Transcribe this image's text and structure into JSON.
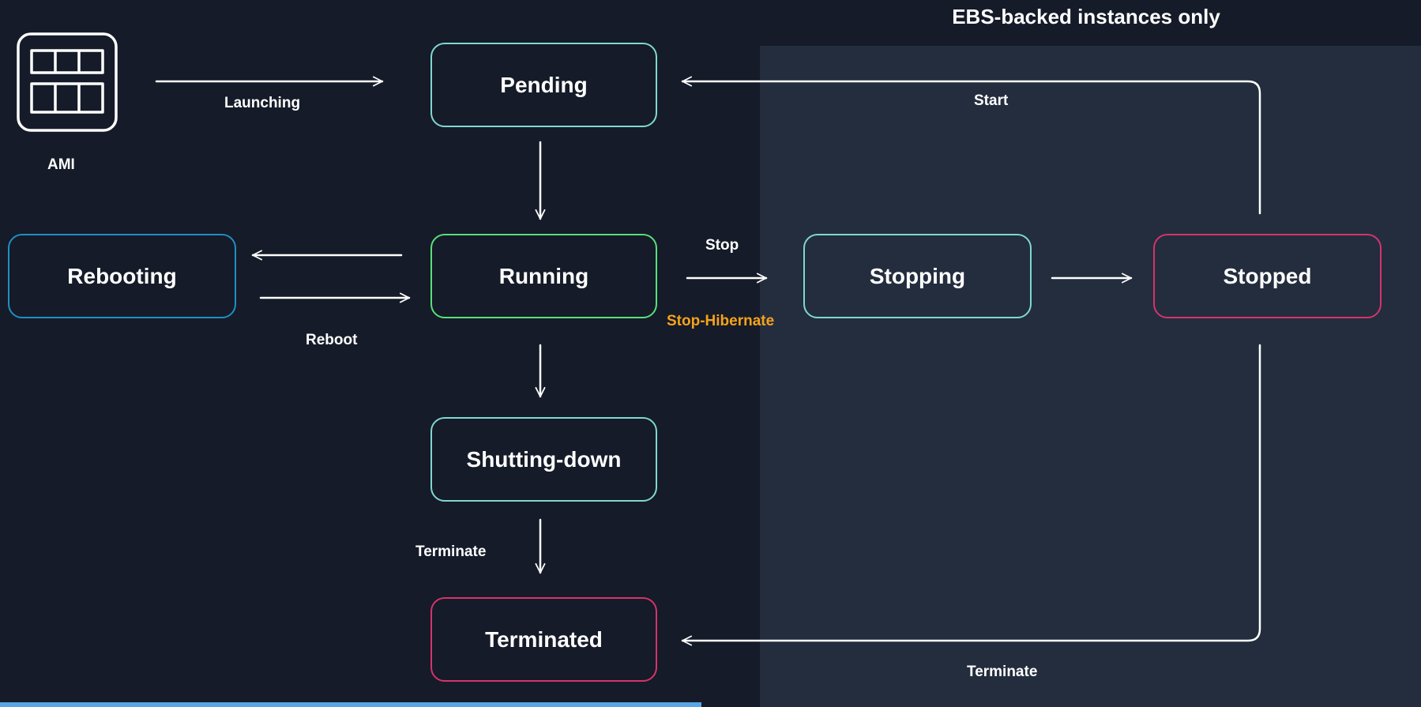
{
  "region": {
    "title": "EBS-backed instances only"
  },
  "ami": {
    "label": "AMI",
    "icon": "ami-grid-icon"
  },
  "states": {
    "pending": {
      "label": "Pending",
      "color": "#7fd8d2"
    },
    "running": {
      "label": "Running",
      "color": "#58e07a"
    },
    "rebooting": {
      "label": "Rebooting",
      "color": "#1f8fc4"
    },
    "shutting_down": {
      "label": "Shutting-down",
      "color": "#7fd8d2"
    },
    "terminated": {
      "label": "Terminated",
      "color": "#d6336c"
    },
    "stopping": {
      "label": "Stopping",
      "color": "#7fd8d2"
    },
    "stopped": {
      "label": "Stopped",
      "color": "#d6336c"
    }
  },
  "transitions": {
    "launching": "Launching",
    "reboot": "Reboot",
    "stop": "Stop",
    "stop_hibernate": "Stop-Hibernate",
    "start": "Start",
    "terminate_from_shutting": "Terminate",
    "terminate_from_stopped": "Terminate"
  },
  "colors": {
    "background": "#151b28",
    "ebs_region": "#232d3d",
    "highlight": "#f7a21b",
    "bottom_bar": "#58a6e8"
  }
}
